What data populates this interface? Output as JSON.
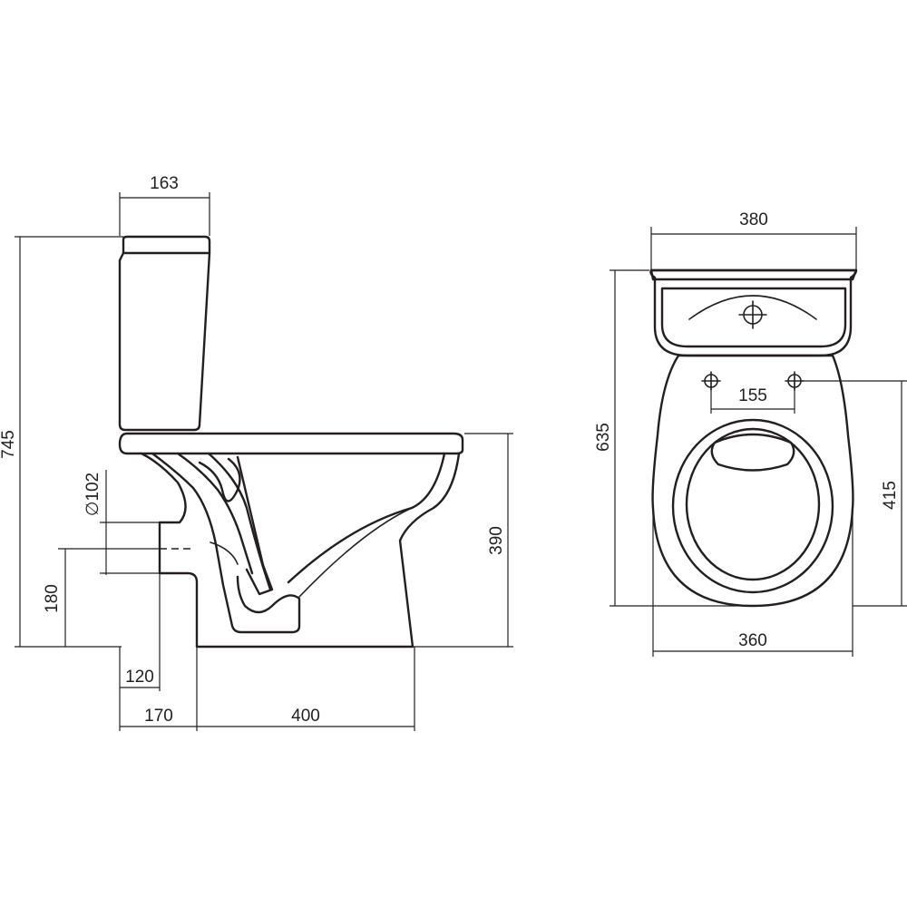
{
  "colors": {
    "line": "#231f20",
    "background": "#ffffff"
  },
  "side_view": {
    "tank_width": "163",
    "total_height": "745",
    "bowl_height": "390",
    "outlet_diameter": "∅102",
    "outlet_height": "180",
    "outlet_offset": "120",
    "wall_to_foot": "170",
    "foot_length": "400"
  },
  "top_view": {
    "tank_length": "380",
    "total_depth": "635",
    "fixing_hole_spacing": "155",
    "seat_depth": "415",
    "bowl_width": "360"
  }
}
